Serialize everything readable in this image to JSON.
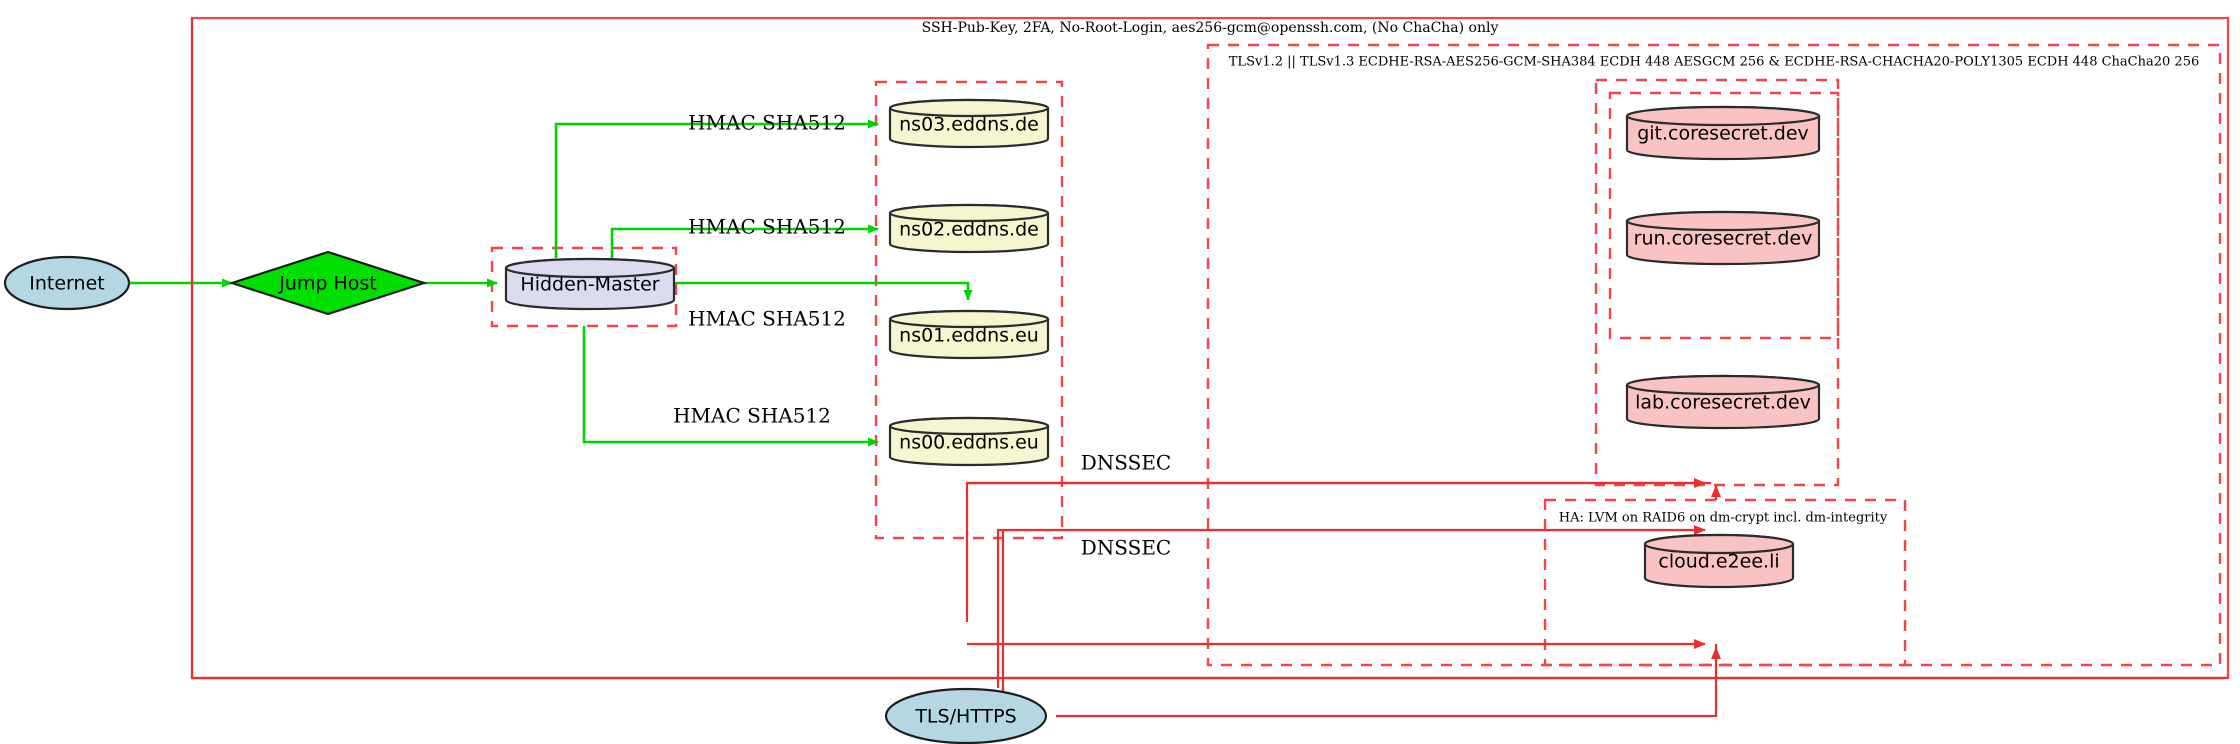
{
  "diagram": {
    "title_label": "SSH-Pub-Key, 2FA, No-Root-Login, aes256-gcm@openssh.com, (No ChaCha) only",
    "clusters": {
      "outer_security": {
        "label": "SSH-Pub-Key, 2FA, No-Root-Login, aes256-gcm@openssh.com, (No ChaCha) only",
        "style": "solid",
        "color": "#ec2d2d"
      },
      "tls_zone": {
        "label": "TLSv1.2 || TLSv1.3 ECDHE-RSA-AES256-GCM-SHA384 ECDH 448 AESGCM 256 & ECDHE-RSA-CHACHA20-POLY1305 ECDH 448 ChaCha20 256",
        "style": "dashed",
        "color": "#f5434c"
      },
      "ha_zone": {
        "label": "HA: LVM on RAID6 on dm-crypt incl. dm-integrity",
        "style": "dashed",
        "color": "#f5434c"
      },
      "hidden_master_zone": {
        "label": "",
        "style": "dashed",
        "color": "#f5434c"
      },
      "dns_zone": {
        "label": "",
        "style": "dashed",
        "color": "#f5434c"
      },
      "coresecret_zone_outer": {
        "label": "",
        "style": "dashed",
        "color": "#f5434c"
      },
      "coresecret_zone_inner": {
        "label": "",
        "style": "dashed",
        "color": "#f5434c"
      }
    },
    "nodes": [
      {
        "id": "internet",
        "label": "Internet",
        "shape": "ellipse",
        "fill": "#b5d7e4"
      },
      {
        "id": "jumphost",
        "label": "Jump Host",
        "shape": "diamond",
        "fill": "#00e000"
      },
      {
        "id": "hiddenmaster",
        "label": "Hidden-Master",
        "shape": "cylinder",
        "fill": "#dcdcf0"
      },
      {
        "id": "ns03",
        "label": "ns03.eddns.de",
        "shape": "cylinder",
        "fill": "#f5f5d0"
      },
      {
        "id": "ns02",
        "label": "ns02.eddns.de",
        "shape": "cylinder",
        "fill": "#f5f5d0"
      },
      {
        "id": "ns01",
        "label": "ns01.eddns.eu",
        "shape": "cylinder",
        "fill": "#f5f5d0"
      },
      {
        "id": "ns00",
        "label": "ns00.eddns.eu",
        "shape": "cylinder",
        "fill": "#f5f5d0"
      },
      {
        "id": "git",
        "label": "git.coresecret.dev",
        "shape": "cylinder",
        "fill": "#fac3c3"
      },
      {
        "id": "run",
        "label": "run.coresecret.dev",
        "shape": "cylinder",
        "fill": "#fac3c3"
      },
      {
        "id": "lab",
        "label": "lab.coresecret.dev",
        "shape": "cylinder",
        "fill": "#fac3c3"
      },
      {
        "id": "cloud",
        "label": "cloud.e2ee.li",
        "shape": "cylinder",
        "fill": "#fac3c3"
      },
      {
        "id": "tlshttps",
        "label": "TLS/HTTPS",
        "shape": "ellipse",
        "fill": "#b5d7e4"
      }
    ],
    "edge_labels": {
      "hmac_ns03": "HMAC SHA512",
      "hmac_ns02": "HMAC SHA512",
      "hmac_ns01": "HMAC SHA512",
      "hmac_ns00": "HMAC SHA512",
      "dnssec_upper": "DNSSEC",
      "dnssec_lower": "DNSSEC"
    },
    "colors": {
      "edge_secure_green": "#00d400",
      "edge_secure_red": "#ec2d2d",
      "cluster_border": "#f5434c",
      "node_internet": "#b5d7e4",
      "node_jumphost": "#00e000",
      "node_master": "#dcdcf0",
      "node_dns": "#f5f5d0",
      "node_service": "#fac3c3"
    }
  }
}
